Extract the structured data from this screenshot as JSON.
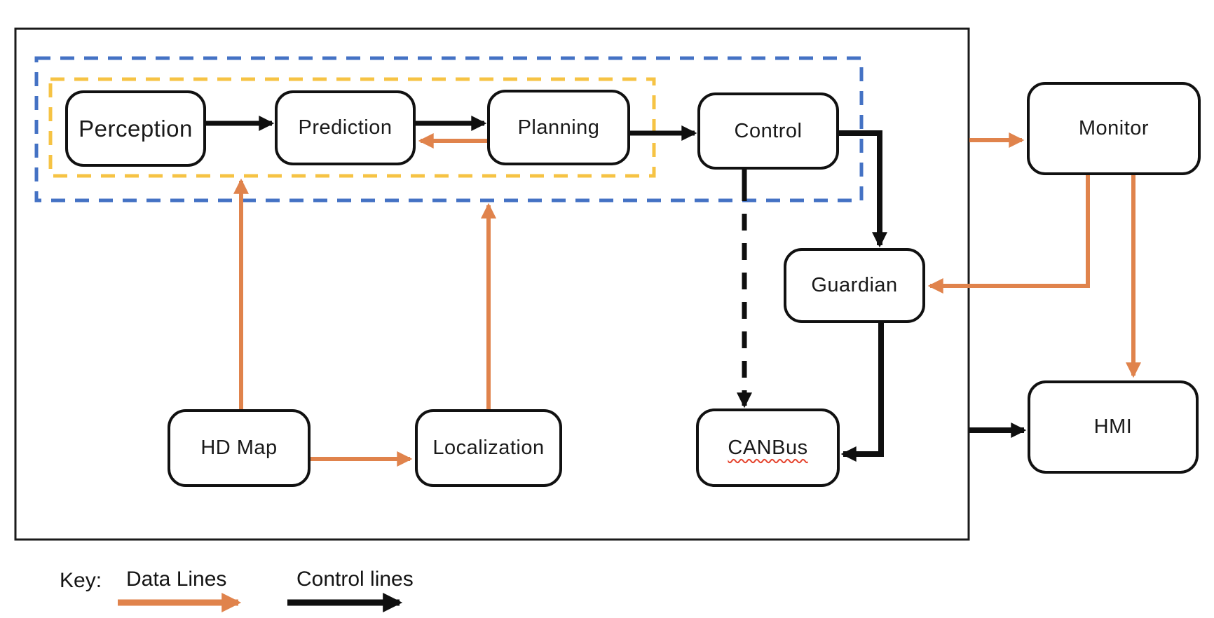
{
  "diagram": {
    "type": "flowchart",
    "nodes": {
      "perception": {
        "label": "Perception"
      },
      "prediction": {
        "label": "Prediction"
      },
      "planning": {
        "label": "Planning"
      },
      "control": {
        "label": "Control"
      },
      "monitor": {
        "label": "Monitor"
      },
      "guardian": {
        "label": "Guardian"
      },
      "hdmap": {
        "label": "HD Map"
      },
      "localization": {
        "label": "Localization"
      },
      "canbus": {
        "label": "CANBus"
      },
      "hmi": {
        "label": "HMI"
      }
    },
    "groups": {
      "outer_dashed": {
        "color": "#4472C4",
        "style": "dashed",
        "contains": [
          "Perception",
          "Prediction",
          "Planning",
          "Control"
        ]
      },
      "inner_dashed": {
        "color": "#F6C344",
        "style": "dashed",
        "contains": [
          "Perception",
          "Prediction",
          "Planning"
        ]
      }
    },
    "edges": [
      {
        "from": "Perception",
        "to": "Prediction",
        "type": "control"
      },
      {
        "from": "Prediction",
        "to": "Planning",
        "type": "control"
      },
      {
        "from": "Planning",
        "to": "Control",
        "type": "control"
      },
      {
        "from": "Planning",
        "to": "Prediction",
        "type": "data"
      },
      {
        "from": "Control",
        "to": "Guardian",
        "type": "control"
      },
      {
        "from": "Control",
        "to": "CANBus",
        "type": "control",
        "style": "dashed"
      },
      {
        "from": "Guardian",
        "to": "CANBus",
        "type": "control"
      },
      {
        "from": "HD Map",
        "to": "inner group",
        "type": "data"
      },
      {
        "from": "HD Map",
        "to": "Localization",
        "type": "data"
      },
      {
        "from": "Localization",
        "to": "outer group",
        "type": "data"
      },
      {
        "from": "system boundary",
        "to": "Monitor",
        "type": "data"
      },
      {
        "from": "system boundary",
        "to": "HMI",
        "type": "control"
      },
      {
        "from": "Monitor",
        "to": "Guardian",
        "type": "data"
      },
      {
        "from": "Monitor",
        "to": "HMI",
        "type": "data"
      }
    ],
    "legend": {
      "key_label": "Key:",
      "data_lines_label": "Data Lines",
      "control_lines_label": "Control lines"
    },
    "colors": {
      "data_line": "#E0834C",
      "control_line": "#0f0f0f",
      "outer_group": "#4472C4",
      "inner_group": "#F6C344",
      "spellcheck_underline": "#E5442E",
      "node_border": "#111111",
      "background": "#FFFFFF"
    }
  }
}
